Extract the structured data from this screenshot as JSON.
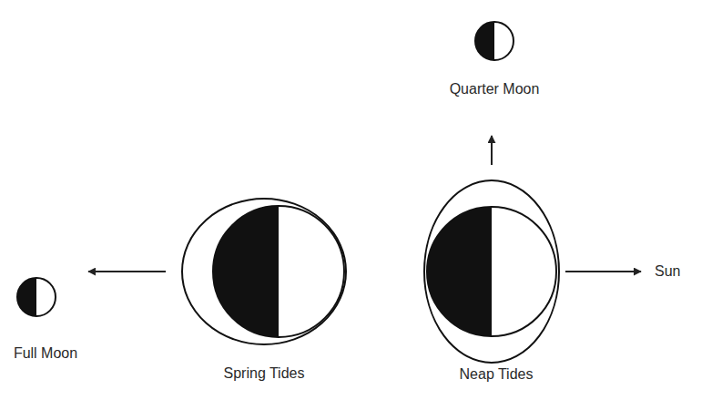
{
  "diagram": {
    "nodes": [
      {
        "text": [
          "Quarter Moon"
        ]
      },
      {
        "text": [
          "Full Moon"
        ]
      },
      {
        "text": [
          "Spring Tides"
        ]
      },
      {
        "text": [
          "Neap Tides"
        ]
      }
    ],
    "edges": [
      {
        "from": 2,
        "to": 1,
        "arrow": "to"
      },
      {
        "from": 3,
        "to": 0,
        "arrow": "to"
      }
    ],
    "labels": [
      "Sun"
    ]
  }
}
